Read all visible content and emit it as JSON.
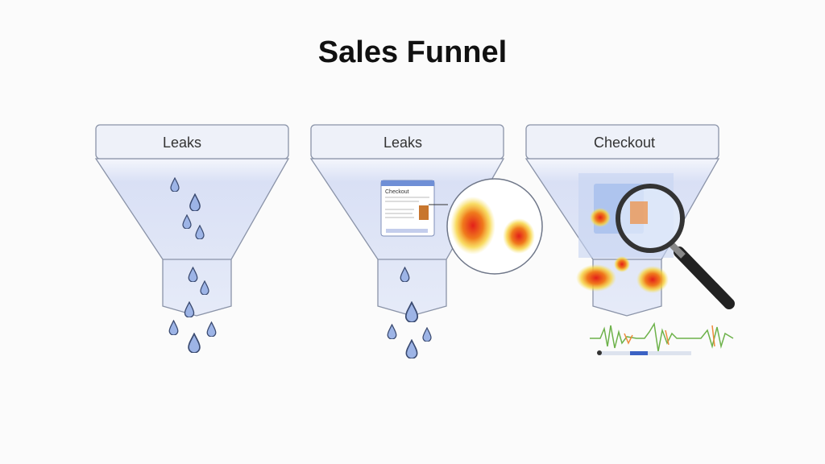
{
  "title": "Sales Funnel",
  "funnels": [
    {
      "label": "Leaks",
      "illustration": "water-drops"
    },
    {
      "label": "Leaks",
      "illustration": "checkout-window-heatmap-magnified"
    },
    {
      "label": "Checkout",
      "illustration": "heatmap-magnifier-session-recording"
    }
  ],
  "checkout_window_title": "Checkout",
  "colors": {
    "funnel_fill": "#dfe5f7",
    "funnel_stroke": "#8a93a8",
    "drop": "#8fa9e0",
    "heat_hot": "#e8261a",
    "heat_warm": "#f5c93a",
    "accent": "#3b62c4"
  }
}
